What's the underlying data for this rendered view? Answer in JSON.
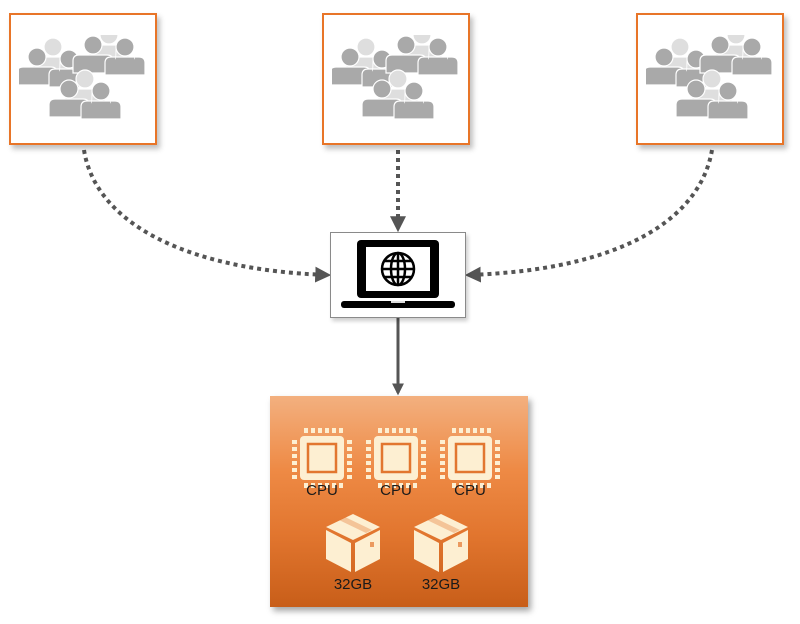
{
  "diagram": {
    "user_groups": [
      {
        "icon": "user-group-icon"
      },
      {
        "icon": "user-group-icon"
      },
      {
        "icon": "user-group-icon"
      }
    ],
    "web_app": {
      "icon": "laptop-globe-icon"
    },
    "server": {
      "cpus": [
        {
          "label": "CPU",
          "icon": "cpu-icon"
        },
        {
          "label": "CPU",
          "icon": "cpu-icon"
        },
        {
          "label": "CPU",
          "icon": "cpu-icon"
        }
      ],
      "memory": [
        {
          "label": "32GB",
          "icon": "package-box-icon"
        },
        {
          "label": "32GB",
          "icon": "package-box-icon"
        }
      ]
    },
    "colors": {
      "user_box_border": "#e87528",
      "connector": "#555555",
      "server_fill": "#e2762f",
      "icon_fill": "#fdefd2",
      "people_dark": "#a9a9a9",
      "people_light": "#dedede"
    },
    "connections": [
      {
        "from": "user-group-1",
        "to": "web-app",
        "style": "dotted"
      },
      {
        "from": "user-group-2",
        "to": "web-app",
        "style": "dotted"
      },
      {
        "from": "user-group-3",
        "to": "web-app",
        "style": "dotted"
      },
      {
        "from": "web-app",
        "to": "server",
        "style": "solid"
      }
    ]
  }
}
